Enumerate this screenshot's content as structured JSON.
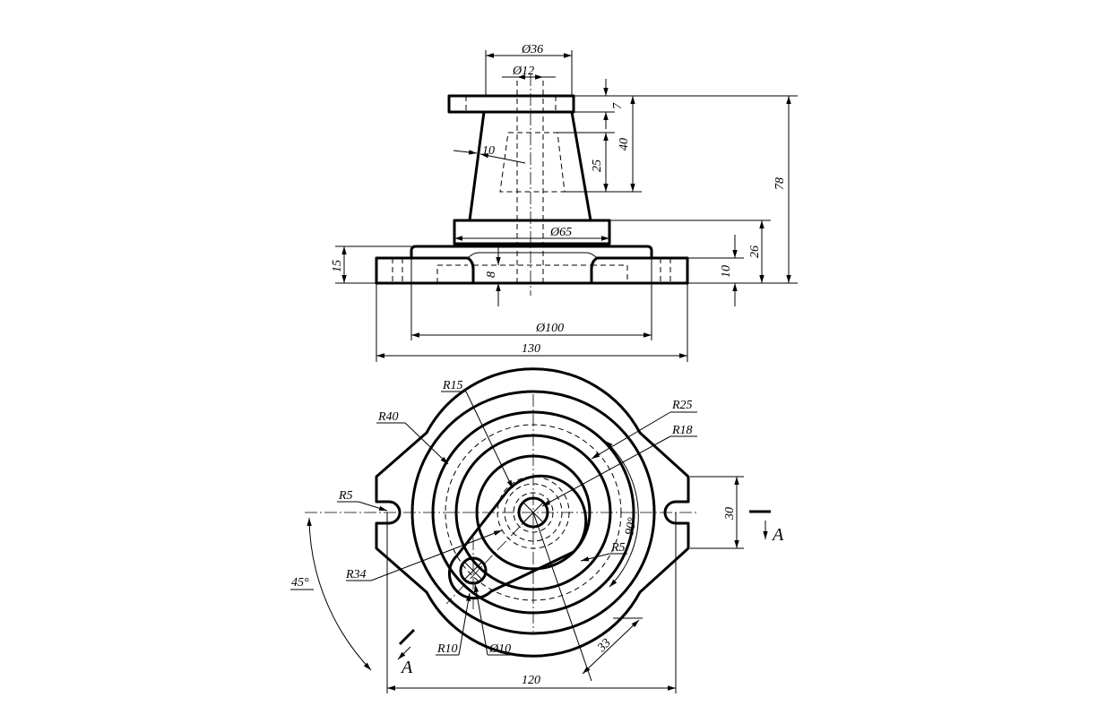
{
  "front_view": {
    "dims": {
      "d36": "Ø36",
      "d12": "Ø12",
      "h7": "7",
      "h40": "40",
      "h25": "25",
      "t10": "10",
      "h78": "78",
      "d65": "Ø65",
      "h26": "26",
      "h15": "15",
      "h10": "10",
      "h8": "8",
      "d100": "Ø100",
      "w130": "130"
    }
  },
  "top_view": {
    "dims": {
      "r15": "R15",
      "r40": "R40",
      "r25": "R25",
      "r18": "R18",
      "r5_left": "R5",
      "r5_right": "R5",
      "r34": "R34",
      "r10": "R10",
      "d10": "Ø10",
      "angle90": "90°",
      "angle45": "45°",
      "h30": "30",
      "w33": "33",
      "w120": "120"
    }
  },
  "section_marks": {
    "right": "A",
    "left": "A"
  }
}
